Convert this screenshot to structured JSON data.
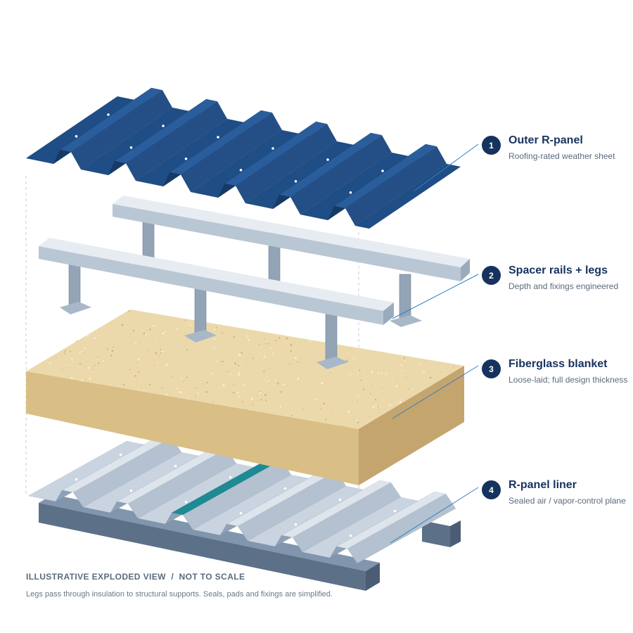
{
  "callouts": [
    {
      "number": "1",
      "title": "Outer R-panel",
      "subtitle": "Roofing-rated weather sheet"
    },
    {
      "number": "2",
      "title": "Spacer rails + legs",
      "subtitle": "Depth and fixings engineered"
    },
    {
      "number": "3",
      "title": "Fiberglass blanket",
      "subtitle": "Loose-laid; full design thickness"
    },
    {
      "number": "4",
      "title": "R-panel liner",
      "subtitle": "Sealed air / vapor-control plane"
    }
  ],
  "caption": {
    "title": "ILLUSTRATIVE EXPLODED VIEW  /  NOT TO SCALE",
    "note": "Legs pass through insulation to structural supports. Seals, pads and fixings are simplified."
  },
  "colors": {
    "outer_panel": "#1f4d85",
    "outer_panel_dark": "#163a66",
    "rail": "#dfe6ee",
    "leg": "#93a4b7",
    "insulation_top": "#ecd9ab",
    "insulation_front": "#d9bf85",
    "insulation_side": "#c4a56e",
    "liner": "#c9d4e0",
    "liner_dark": "#8ea1b6",
    "liner_seam": "#1e8a93",
    "support": "#5c7088",
    "badge": "#16335e",
    "leader": "#2f7fc1"
  }
}
